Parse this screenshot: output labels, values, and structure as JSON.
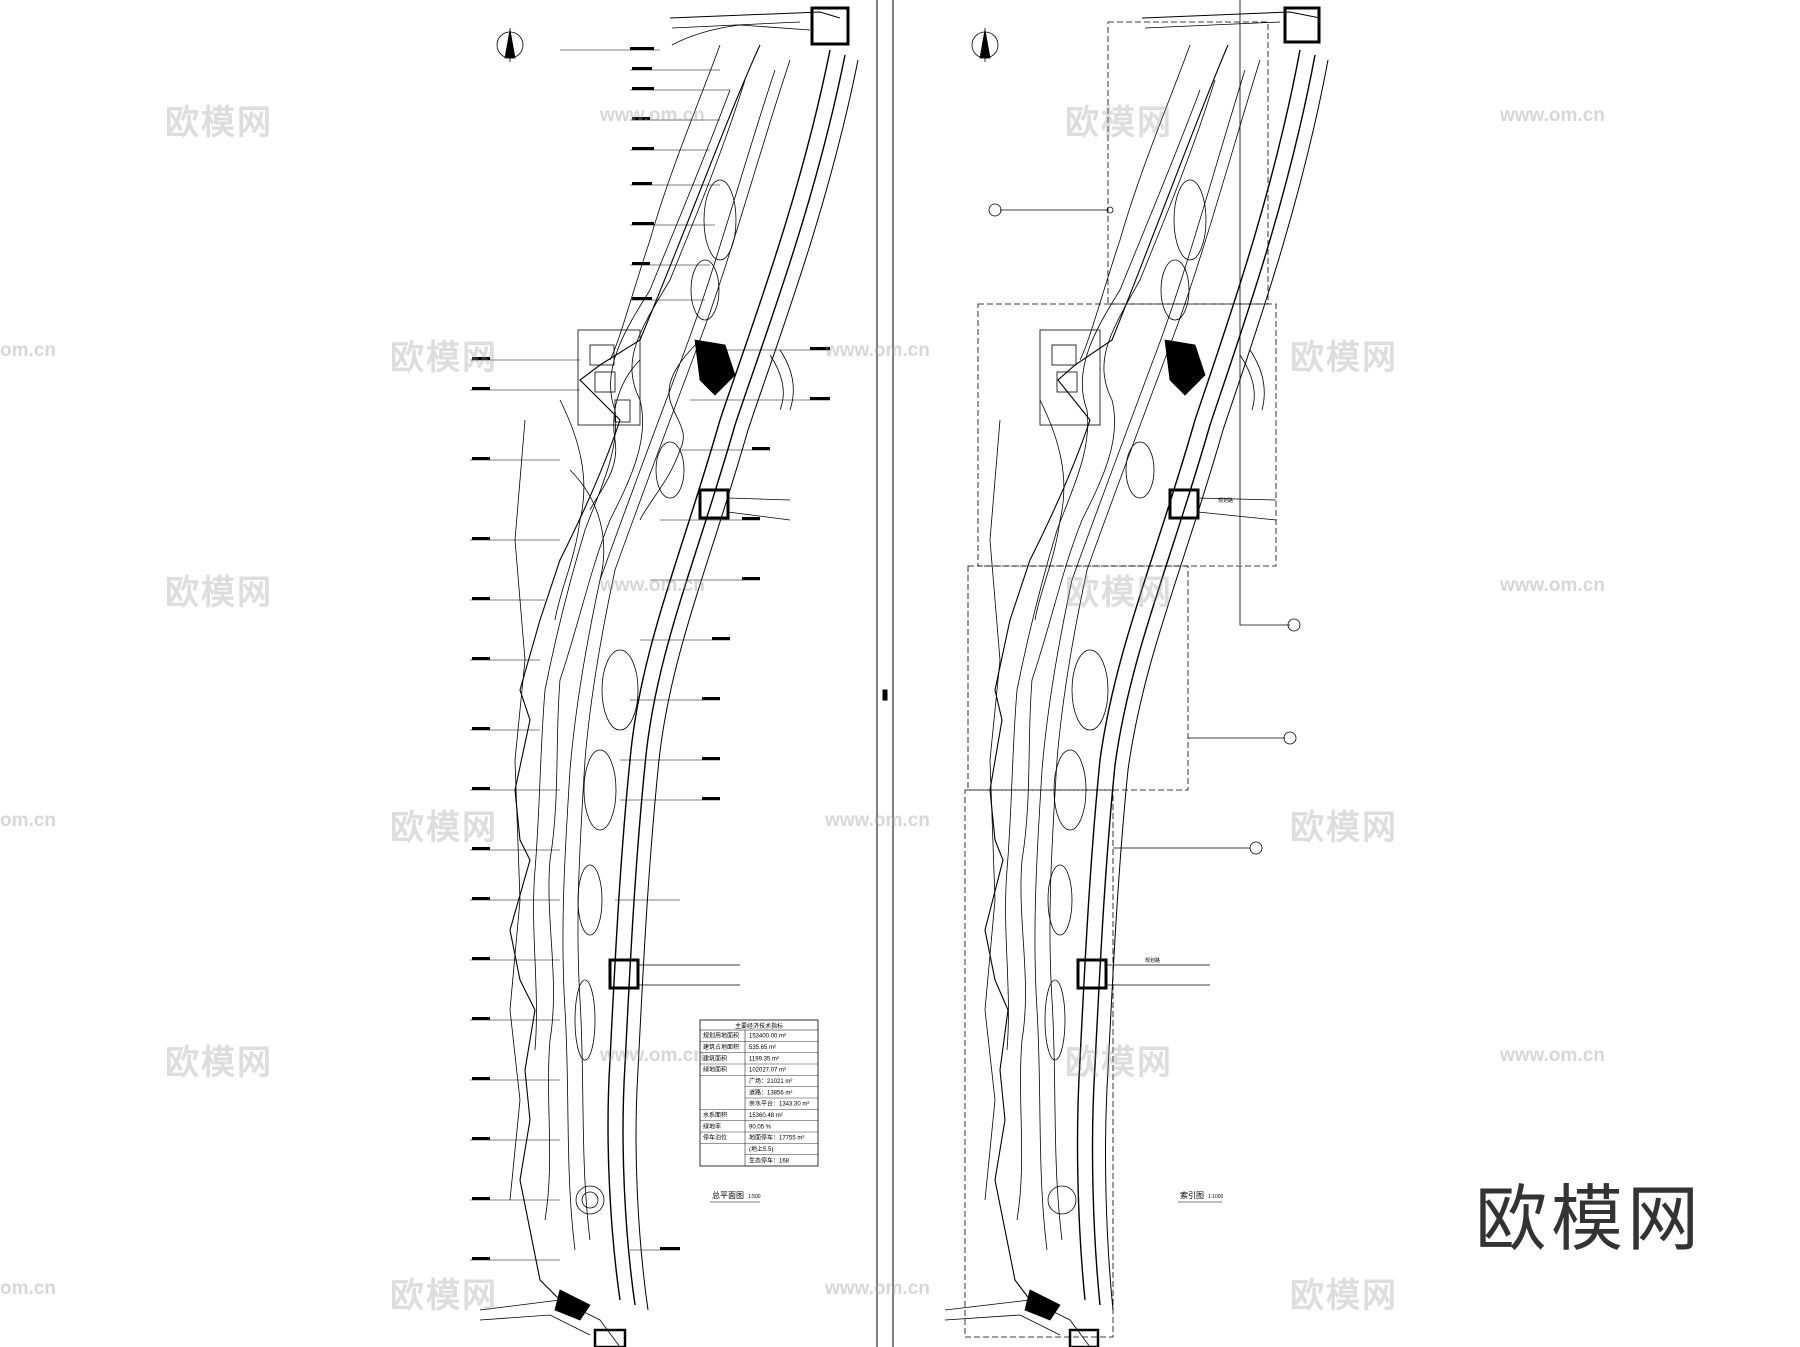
{
  "watermark": {
    "brand": "欧模网",
    "url": "www.om.cn",
    "url_partial": "om.cn"
  },
  "roads": {
    "right_plan_road_a": "规划路",
    "right_plan_road_b": "规划路"
  },
  "left_plan": {
    "caption": "总平面图",
    "scale": "1:500"
  },
  "right_plan": {
    "caption": "索引图",
    "scale": "1:1000"
  },
  "table": {
    "title": "主要经济技术指标",
    "rows": [
      [
        "规划用地面积",
        "153400.00 m²"
      ],
      [
        "建筑占地面积",
        "535.65 m²"
      ],
      [
        "建筑面积",
        "1199.35 m²"
      ],
      [
        "绿地面积",
        "102027.07 m²"
      ],
      [
        "",
        "广场：21021 m²"
      ],
      [
        "",
        "道路：13856 m²"
      ],
      [
        "",
        "亲水平台：1343.30 m²"
      ],
      [
        "水系面积",
        "15360.48 m²"
      ],
      [
        "绿地率",
        "90.05 %"
      ],
      [
        "停车泊位",
        "地面停车：17755 m²"
      ],
      [
        "",
        "(地上5.5)"
      ],
      [
        "",
        "生态停车：168"
      ]
    ]
  }
}
